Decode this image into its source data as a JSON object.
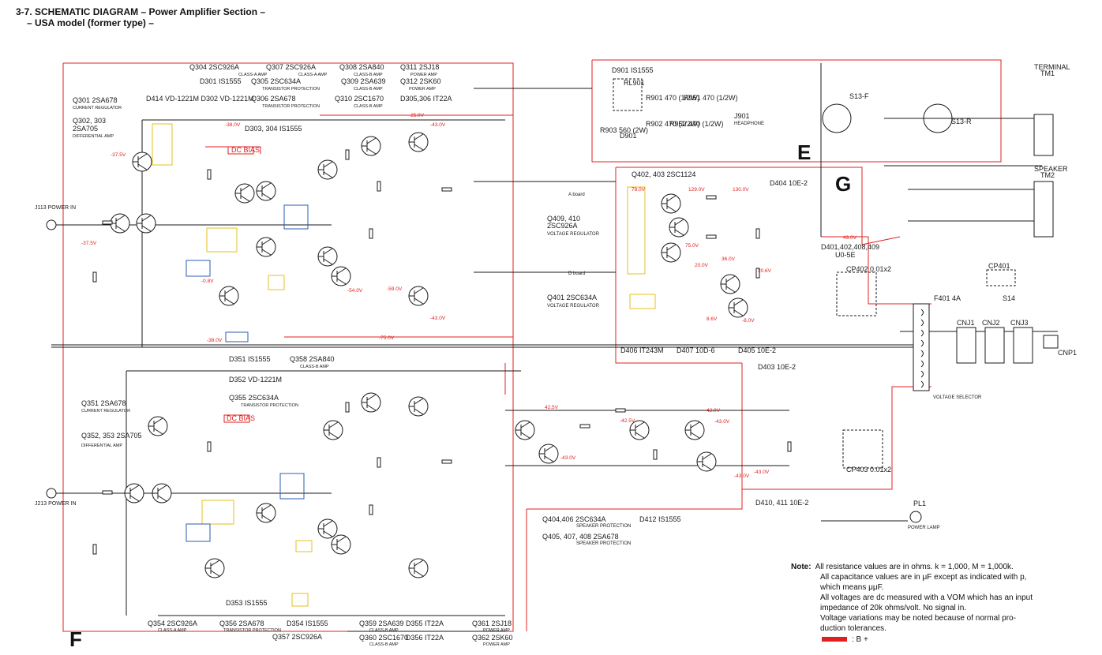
{
  "header": {
    "line1": "3-7.  SCHEMATIC DIAGRAM – Power Amplifier Section –",
    "line2": "– USA model (former type) –"
  },
  "section_letters": {
    "e": "E",
    "g": "G",
    "f": "F"
  },
  "labels_upper": [
    "Q304  2SC926A",
    "CLASS-A AMP",
    "Q307  2SC926A",
    "CLASS-A AMP",
    "Q308  2SA840",
    "CLASS-B AMP",
    "Q311 2SJ18",
    "POWER AMP",
    "D301 IS1555",
    "Q305  2SC634A",
    "TRANSISTOR PROTECTION",
    "Q309 2SA639",
    "CLASS-B AMP",
    "Q312  2SK60",
    "POWER AMP",
    "Q301  2SA678",
    "CURRENT REGULATOR",
    "D414 VD-1221M  D302 VD-1221M",
    "Q306 2SA678",
    "TRANSISTOR PROTECTION",
    "Q310 2SC1670",
    "CLASS-B AMP",
    "D305,306 IT22A",
    "Q302, 303",
    "2SA705",
    "DIFFERENTIAL AMP",
    "D303, 304 IS1555",
    "DC BIAS"
  ],
  "labels_lower": [
    "D351 IS1555",
    "Q358  2SA840",
    "CLASS-B AMP",
    "D352 VD-1221M",
    "Q351  2SA678",
    "CURRENT REGULATOR",
    "Q355  2SC634A",
    "TRANSISTOR PROTECTION",
    "Q352, 353 2SA705",
    "DIFFERENTIAL AMP",
    "DC BIAS",
    "Q354  2SC926A",
    "CLASS-A AMP",
    "Q356  2SA678",
    "TRANSISTOR PROTECTION",
    "D354 IS1555",
    "Q359  2SA639",
    "CLASS-B AMP",
    "D355  IT22A",
    "Q361  2SJ18",
    "POWER AMP",
    "D353 IS1555",
    "Q357  2SC926A",
    "Q360  2SC1670",
    "CLASS-B AMP",
    "D356 IT22A",
    "Q362  2SK60",
    "POWER AMP"
  ],
  "labels_right": [
    "D901  IS1555",
    "RL901",
    "R901 470 (1/2W)",
    "R951 470 (1/2W)",
    "R903 560 (2W)",
    "D901",
    "R902 470 (1/2W)",
    "R952 470 (1/2W)",
    "J901",
    "HEADPHONE",
    "S13-F",
    "S13-R",
    "TERMINAL",
    "TM1",
    "SPEAKER",
    "TM2",
    "Q402, 403  2SC1124",
    "D404  10E-2",
    "A board",
    "D board",
    "Q409, 410",
    "2SC926A",
    "VOLTAGE REGULATOR",
    "Q401  2SC634A",
    "VOLTAGE REGULATOR",
    "D406  IT243M",
    "D407  10D-6",
    "D405 10E-2",
    "D403  10E-2",
    "D401,402,408,409",
    "U0-5E",
    "CP402  0.01x2",
    "CP403  0.01x2",
    "CP401",
    "F401 4A",
    "S14",
    "CNJ1",
    "CNJ2",
    "CNJ3",
    "CNP1",
    "VOLTAGE SELECTOR",
    "PL1",
    "POWER LAMP",
    "D410, 411  10E-2",
    "Q404,406  2SC634A",
    "SPEAKER PROTECTION",
    "Q405, 407, 408  2SA678",
    "SPEAKER PROTECTION",
    "D412  IS1555"
  ],
  "inputs": {
    "upper": "J113 POWER IN",
    "lower": "J213 POWER IN"
  },
  "voltages": [
    "-38.0V",
    "25.0V",
    "-43.0V",
    "-37.5V",
    "-37.5V",
    "-0.8V",
    "-54.0V",
    "-59.0V",
    "-75.0V",
    "-38.0V",
    "-43.0V",
    "42.5V",
    "-42.5V",
    "-43.0V",
    "-43.0V",
    "42.0V",
    "-43.0V",
    "-43.0V",
    "78.0V",
    "129.0V",
    "130.0V",
    "75.0V",
    "36.0V",
    "20.0V",
    "20.6V",
    "8.6V",
    "43.0V",
    "-8.0V"
  ],
  "legend": {
    "label": ": B +",
    "color": "#e02020"
  },
  "note": {
    "title": "Note:",
    "lines": [
      "All resistance values are in ohms.  k = 1,000, M = 1,000k.",
      "All capacitance values are in μF except as indicated with p,",
      "which means μμF.",
      "All voltages are dc measured with a VOM which has an input",
      "impedance of 20k ohms/volt.  No signal in.",
      "Voltage variations may be noted because of normal pro-",
      "duction tolerances."
    ]
  },
  "colors": {
    "ink": "#1a1a1a",
    "bplus": "#e02020",
    "highlight_yellow": "#e6c21a",
    "highlight_blue": "#2a5db0"
  }
}
